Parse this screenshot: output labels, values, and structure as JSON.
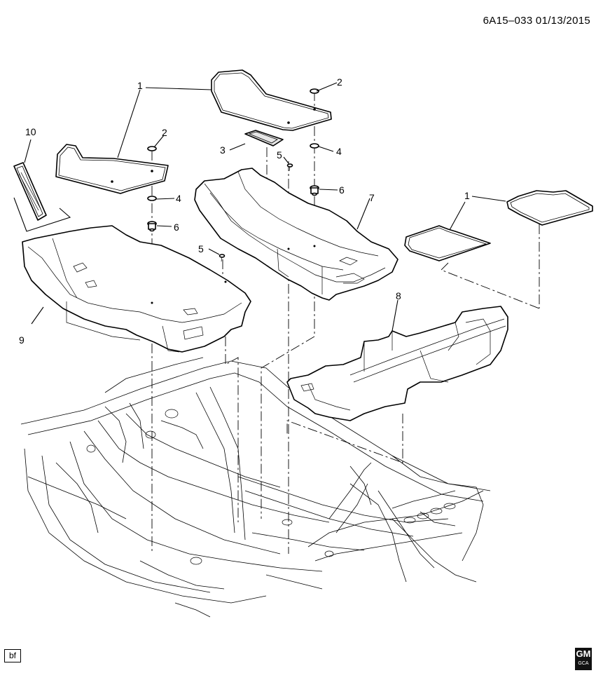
{
  "header": {
    "code": "6A15–033  01/13/2015"
  },
  "footer": {
    "tag": "bf",
    "logo_text": "GM",
    "logo_subtext": "GCA"
  },
  "callouts": [
    {
      "id": "c1a",
      "label": "1"
    },
    {
      "id": "c1b",
      "label": "1"
    },
    {
      "id": "c2a",
      "label": "2"
    },
    {
      "id": "c2b",
      "label": "2"
    },
    {
      "id": "c3",
      "label": "3"
    },
    {
      "id": "c4a",
      "label": "4"
    },
    {
      "id": "c4b",
      "label": "4"
    },
    {
      "id": "c5a",
      "label": "5"
    },
    {
      "id": "c5b",
      "label": "5"
    },
    {
      "id": "c6a",
      "label": "6"
    },
    {
      "id": "c6b",
      "label": "6"
    },
    {
      "id": "c7",
      "label": "7"
    },
    {
      "id": "c8",
      "label": "8"
    },
    {
      "id": "c9",
      "label": "9"
    },
    {
      "id": "c10",
      "label": "10"
    }
  ]
}
